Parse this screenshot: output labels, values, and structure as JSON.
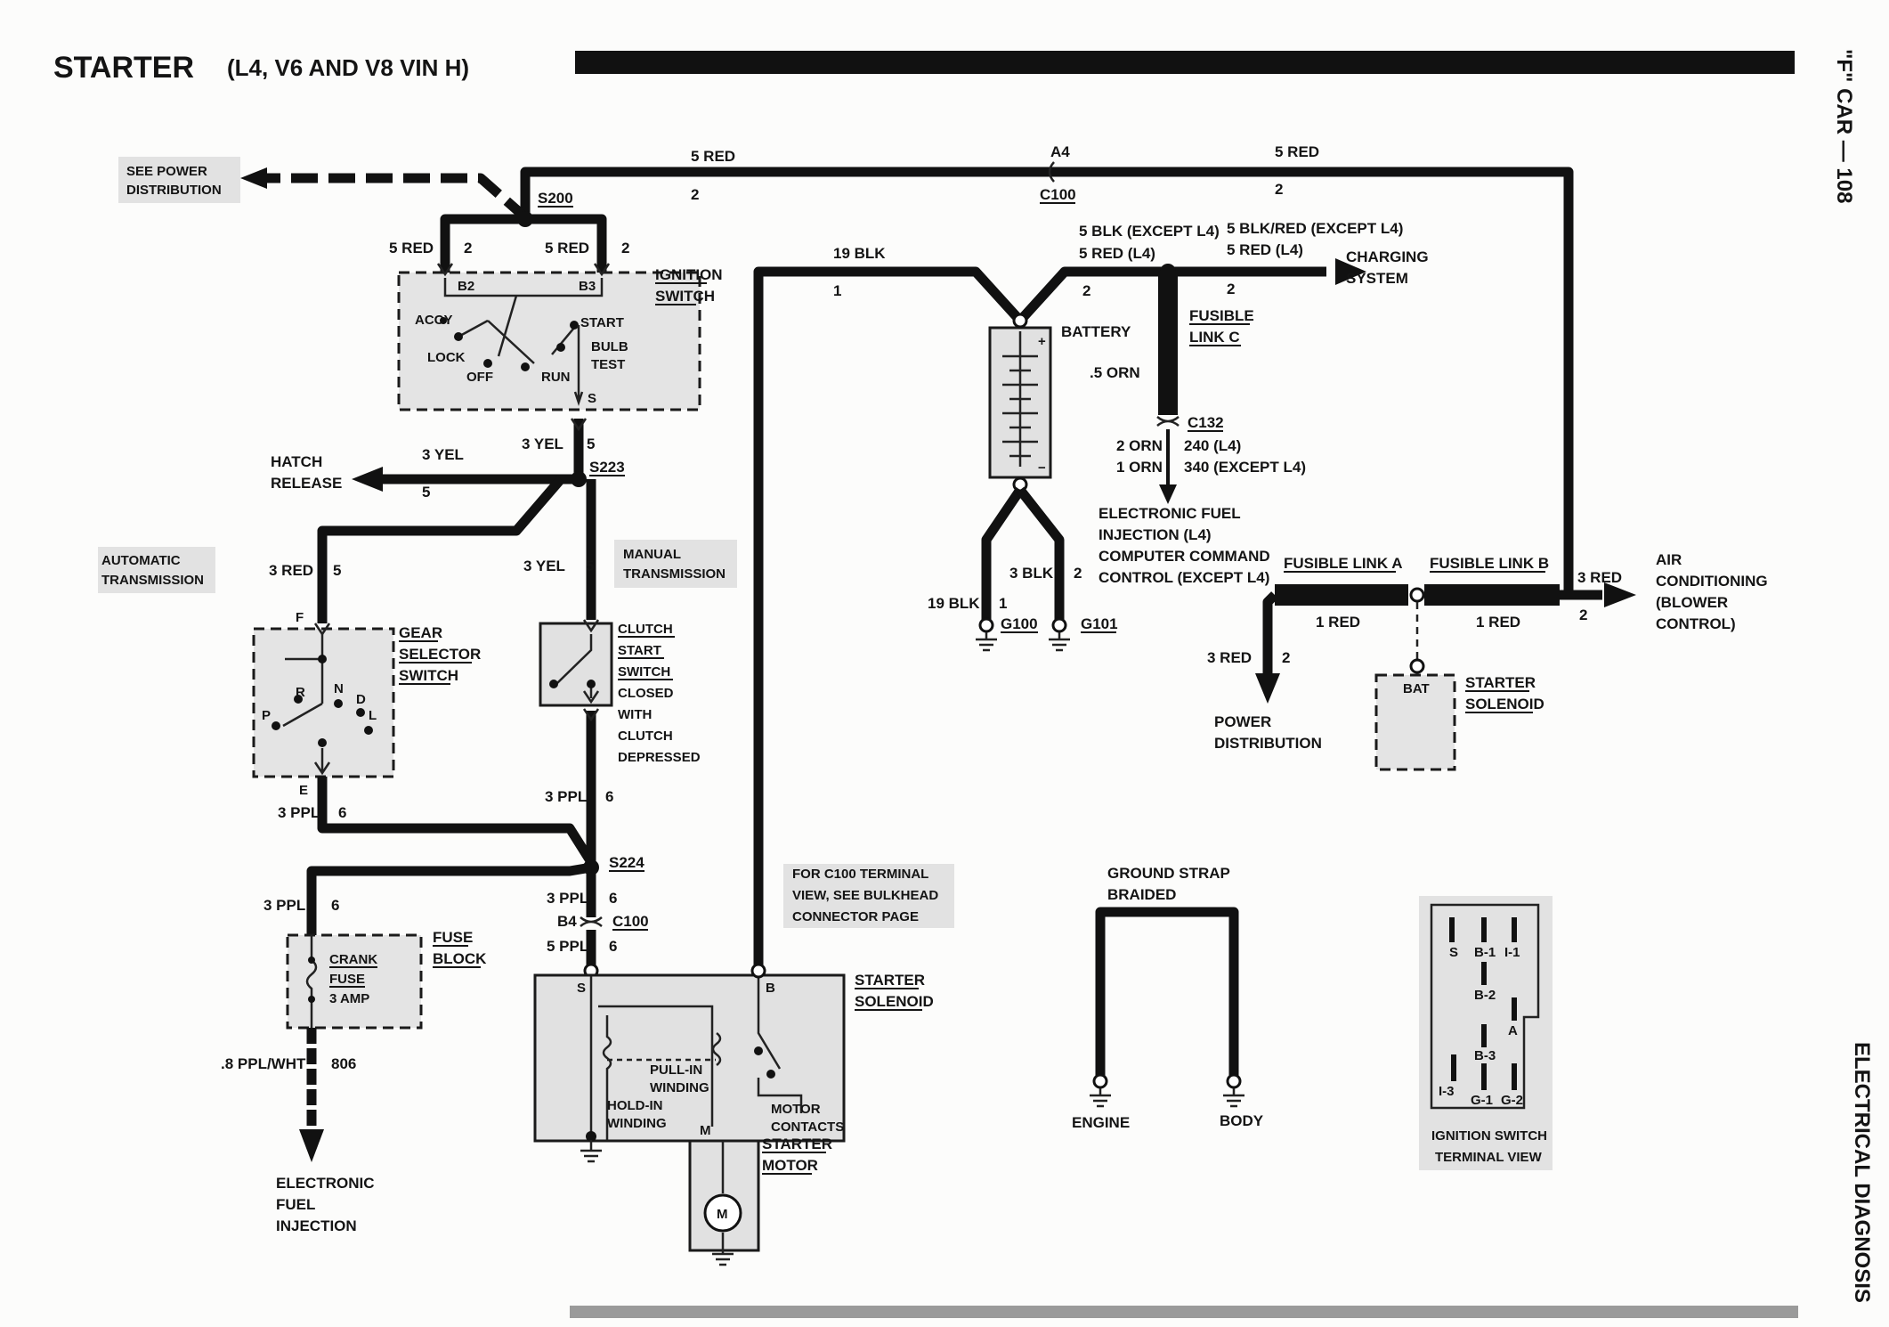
{
  "header": {
    "title": "STARTER",
    "subtitle": "(L4, V6 AND V8 VIN H)",
    "side_top": "\"F\" CAR — 108",
    "side_bottom": "ELECTRICAL DIAGNOSIS"
  },
  "labels": {
    "see_power": [
      "SEE POWER",
      "DISTRIBUTION"
    ],
    "s200": "S200",
    "s223": "S223",
    "s224": "S224",
    "c100": "C100",
    "c132": "C132",
    "a4": "A4",
    "b4": "B4",
    "red5_2": "5 RED",
    "red5": "5 RED",
    "n2": "2",
    "n1": "1",
    "n5": "5",
    "n6": "6",
    "ignition_switch": [
      "IGNITION",
      "SWITCH"
    ],
    "ign_terms": [
      "B2",
      "B3",
      "ACCY",
      "START",
      "LOCK",
      "BULB",
      "TEST",
      "OFF",
      "RUN",
      "S"
    ],
    "yel3": "3 YEL",
    "hatch_release": [
      "HATCH",
      "RELEASE"
    ],
    "automatic_transmission": [
      "AUTOMATIC",
      "TRANSMISSION"
    ],
    "manual_transmission": [
      "MANUAL",
      "TRANSMISSION"
    ],
    "red3": "3 RED",
    "gear_selector": [
      "GEAR",
      "SELECTOR",
      "SWITCH"
    ],
    "gear_terms": [
      "F",
      "R",
      "N",
      "D",
      "P",
      "L",
      "E"
    ],
    "clutch_switch": [
      "CLUTCH",
      "START",
      "SWITCH",
      "CLOSED",
      "WITH",
      "CLUTCH",
      "DEPRESSED"
    ],
    "ppl3": "3 PPL",
    "ppl5": "5 PPL",
    "fuse_block": [
      "FUSE",
      "BLOCK"
    ],
    "crank_fuse": [
      "CRANK",
      "FUSE",
      "3 AMP"
    ],
    "ppl_wht": ".8 PPL/WHT",
    "c806": "806",
    "efi": [
      "ELECTRONIC",
      "FUEL",
      "INJECTION"
    ],
    "blk19": "19 BLK",
    "battery": "BATTERY",
    "orn5": ".5 ORN",
    "blk5_except": "5 BLK (EXCEPT L4)",
    "red5_l4": "5 RED (L4)",
    "blkred5": "5 BLK/RED (EXCEPT L4)",
    "red5_l4b": "5 RED (L4)",
    "charging": [
      "CHARGING",
      "SYSTEM"
    ],
    "fusible_c": [
      "FUSIBLE",
      "LINK C"
    ],
    "orn2": "2 ORN",
    "orn1": "1 ORN",
    "c240": "240 (L4)",
    "c340": "340 (EXCEPT L4)",
    "efi_ccc": [
      "ELECTRONIC FUEL",
      "INJECTION (L4)",
      "COMPUTER COMMAND",
      "CONTROL (EXCEPT L4)"
    ],
    "blk3": "3 BLK",
    "g100": "G100",
    "g101": "G101",
    "fusible_a": "FUSIBLE LINK A",
    "fusible_b": "FUSIBLE LINK B",
    "red1": "1 RED",
    "ac": [
      "AIR",
      "CONDITIONING",
      "(BLOWER",
      "CONTROL)"
    ],
    "power_dist": [
      "POWER",
      "DISTRIBUTION"
    ],
    "bat": "BAT",
    "starter_solenoid": [
      "STARTER",
      "SOLENOID"
    ],
    "c100_note": [
      "FOR C100 TERMINAL",
      "VIEW, SEE BULKHEAD",
      "CONNECTOR PAGE"
    ],
    "ground_strap": [
      "GROUND STRAP",
      "BRAIDED"
    ],
    "engine": "ENGINE",
    "body": "BODY",
    "sol_terms": [
      "S",
      "B",
      "M"
    ],
    "pull_in": [
      "PULL-IN",
      "WINDING"
    ],
    "hold_in": [
      "HOLD-IN",
      "WINDING"
    ],
    "motor_contacts": [
      "MOTOR",
      "CONTACTS"
    ],
    "starter_motor": [
      "STARTER",
      "MOTOR"
    ],
    "motor_m": "M",
    "ign_view_terms": [
      "S",
      "B-1",
      "I-1",
      "B-2",
      "A",
      "B-3",
      "I-3",
      "G-1",
      "G-2"
    ],
    "ign_view_title": [
      "IGNITION SWITCH",
      "TERMINAL VIEW"
    ]
  }
}
